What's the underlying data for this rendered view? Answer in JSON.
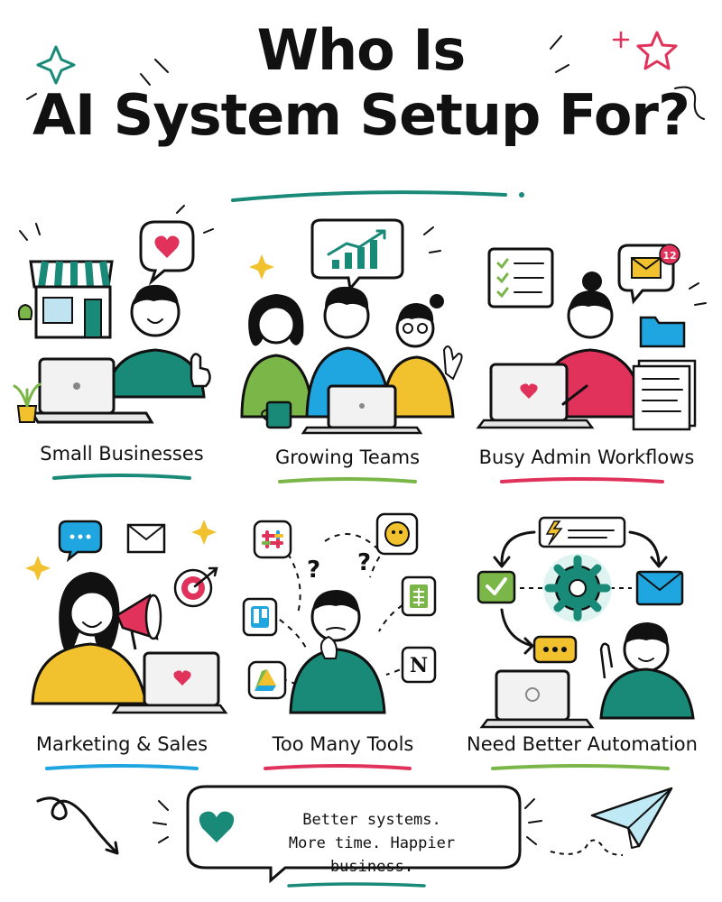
{
  "title": {
    "line1": "Who Is",
    "line2": "AI System Setup For?"
  },
  "cards": [
    {
      "label": "Small Businesses",
      "accent": "#1a8a78"
    },
    {
      "label": "Growing Teams",
      "accent": "#7ab648"
    },
    {
      "label": "Busy Admin Workflows",
      "accent": "#e0325a"
    },
    {
      "label": "Marketing & Sales",
      "accent": "#1fa5e0"
    },
    {
      "label": "Too Many Tools",
      "accent": "#e0325a"
    },
    {
      "label": "Need Better Automation",
      "accent": "#7ab648"
    }
  ],
  "badge_count": "12",
  "footer": {
    "line1": "Better systems.",
    "line2": "More time. Happier business."
  },
  "colors": {
    "teal": "#1a8a78",
    "green": "#7ab648",
    "pink": "#e0325a",
    "blue": "#1fa5e0",
    "yellow": "#f2c12e"
  }
}
